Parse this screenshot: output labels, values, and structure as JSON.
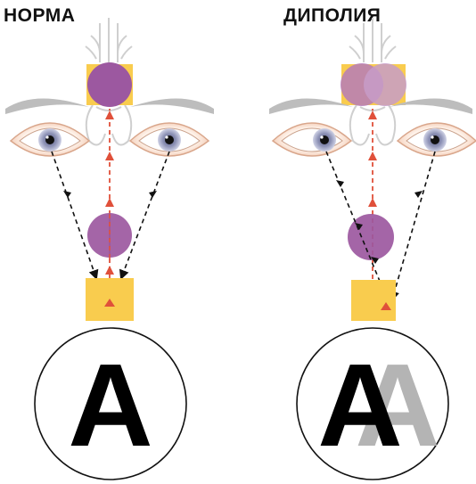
{
  "panels": {
    "left": {
      "title": "НОРМА",
      "letter": "A"
    },
    "right": {
      "title": "ДИПОЛИЯ",
      "letter": "A"
    }
  },
  "colors": {
    "target_square": "#F9CC4E",
    "object_circle": "#9C58A0",
    "object_circle_ghost": "#C79CC8",
    "left_eye_sightline": "#111111",
    "center_axis": "#E0503A",
    "letter_primary": "#000000",
    "letter_ghost": "#B4B4B4",
    "iris": "#8B90B4"
  },
  "icons": [
    "nerve-icon",
    "eye-icon",
    "eyebrow-icon"
  ]
}
